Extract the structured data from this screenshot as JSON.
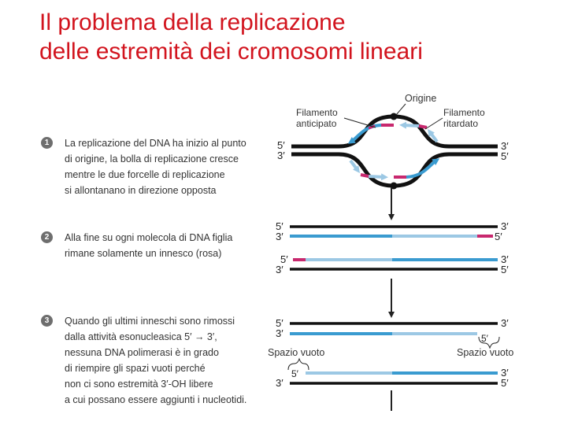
{
  "title": {
    "line1": "Il problema della replicazione",
    "line2": "delle estremità dei cromosomi lineari"
  },
  "steps": [
    {
      "number": "1",
      "lines": [
        "La replicazione del DNA ha inizio al punto",
        "di origine, la bolla di replicazione cresce",
        "mentre le due forcelle di replicazione",
        "si allontanano in direzione opposta"
      ]
    },
    {
      "number": "2",
      "lines": [
        "Alla fine su ogni molecola di DNA figlia",
        "rimane solamente un innesco (rosa)"
      ]
    },
    {
      "number": "3",
      "lines": [
        "Quando gli ultimi inneschi sono rimossi",
        "dalla attività esonucleasica 5′ → 3′,",
        "nessuna DNA polimerasi è in grado",
        "di riempire gli spazi vuoti perché",
        "non ci sono estremità 3′-OH libere",
        "a cui possano essere aggiunti i nucleotidi."
      ]
    }
  ],
  "diagram": {
    "origin_label": "Origine",
    "leading_strand_label": [
      "Filamento",
      "anticipato"
    ],
    "lagging_strand_label": [
      "Filamento",
      "ritardato"
    ],
    "end_5": "5′",
    "end_3": "3′",
    "empty_space_label": "Spazio vuoto",
    "colors": {
      "parental_strand": "#111111",
      "leading_strand": "#3a9bd0",
      "lagging_strand": "#9cc8e4",
      "primer": "#c8286e",
      "arrow": "#222222"
    }
  }
}
